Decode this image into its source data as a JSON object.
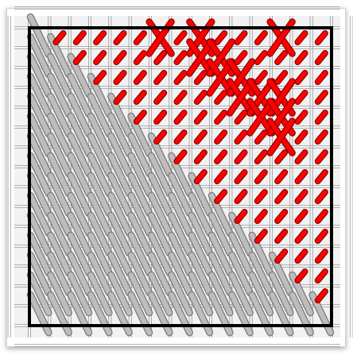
{
  "diagram": {
    "canvas_color": "#f2f2f2",
    "mesh_color": "#9a9a9a",
    "frame_color": "#000000",
    "stitch_colors": {
      "diagonal_stitch": "#bdbdbd",
      "diagonal_stitch_outline": "#7a7a7a",
      "half_stitch": "#ff0000",
      "half_stitch_outline": "#8a0000",
      "cross_stitch": "#ff0000",
      "cross_stitch_outline": "#8a0000"
    },
    "grid_units": 15,
    "cross_stitch_cells": [
      [
        6,
        0
      ],
      [
        8,
        0
      ],
      [
        12,
        0
      ],
      [
        8,
        1
      ],
      [
        9,
        1
      ],
      [
        9,
        2
      ],
      [
        10,
        2
      ],
      [
        10,
        3
      ],
      [
        11,
        3
      ],
      [
        12,
        3
      ],
      [
        11,
        4
      ],
      [
        12,
        4
      ],
      [
        12,
        5
      ]
    ]
  }
}
